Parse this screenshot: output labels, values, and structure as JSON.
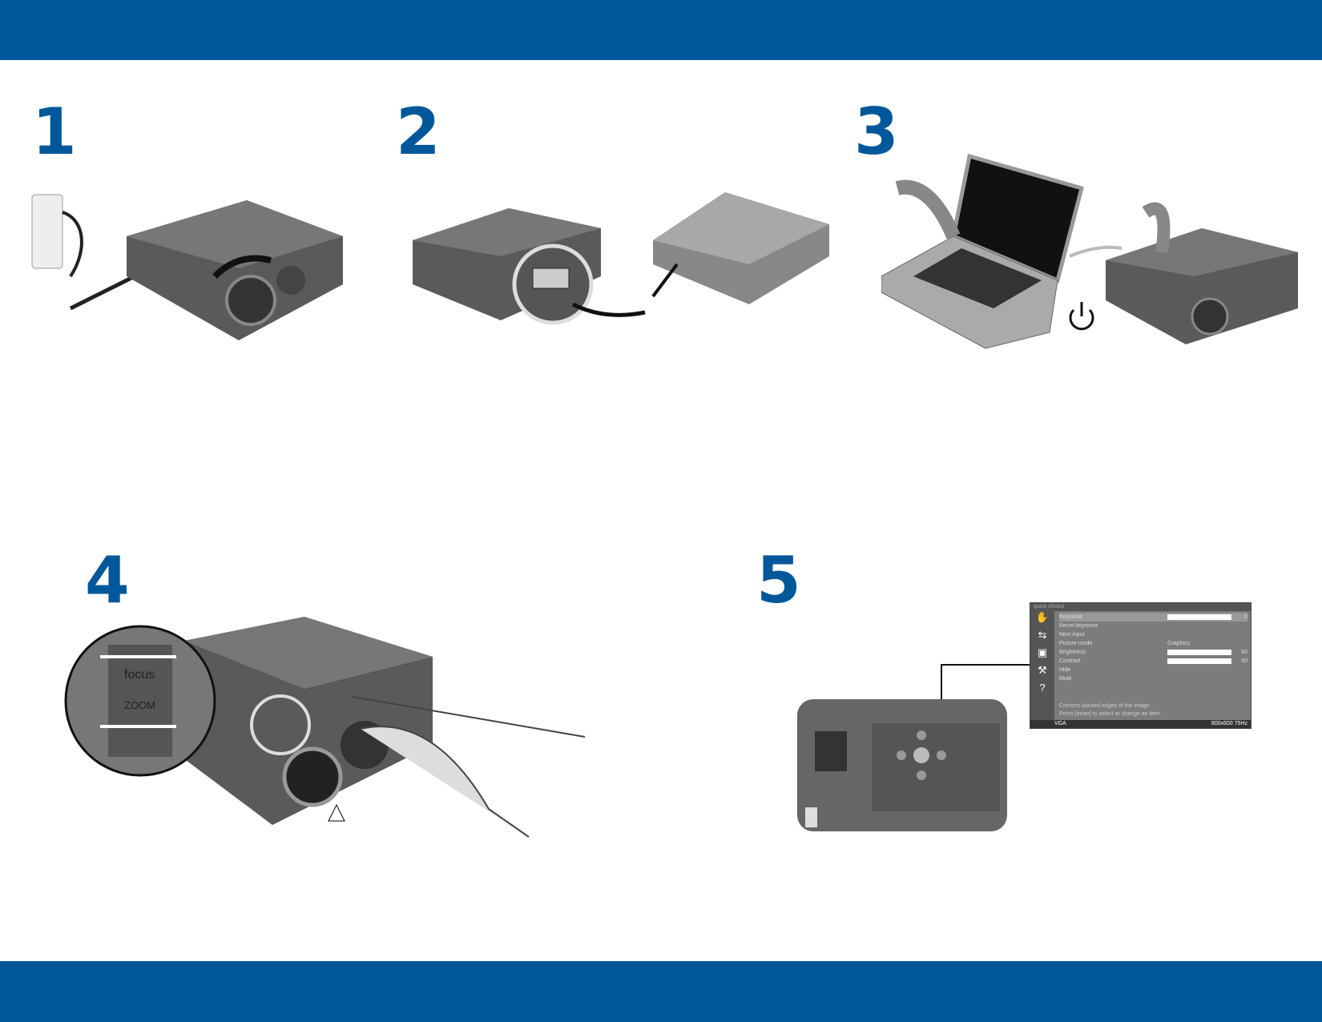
{
  "steps": [
    "1",
    "2",
    "3",
    "4",
    "5"
  ],
  "osd": {
    "title": "quick choice",
    "items": [
      {
        "label": "Keystone",
        "type": "slider",
        "value": "0"
      },
      {
        "label": "Reset keystone"
      },
      {
        "label": "Next input"
      },
      {
        "label": "Picture mode",
        "type": "text",
        "value": "Graphics"
      },
      {
        "label": "Brightness",
        "type": "slider",
        "value": "60"
      },
      {
        "label": "Contrast",
        "type": "slider",
        "value": "50"
      },
      {
        "label": "Hide"
      },
      {
        "label": "Mute"
      }
    ],
    "description": [
      "Corrects slanted edges of the image.",
      "Press [enter] to select or change an item."
    ],
    "source": "VGA",
    "resolution": "800x600 75Hz"
  },
  "labels": {
    "focus": "focus",
    "zoom": "ZOOM"
  },
  "colors": {
    "brand": "#00589b"
  }
}
